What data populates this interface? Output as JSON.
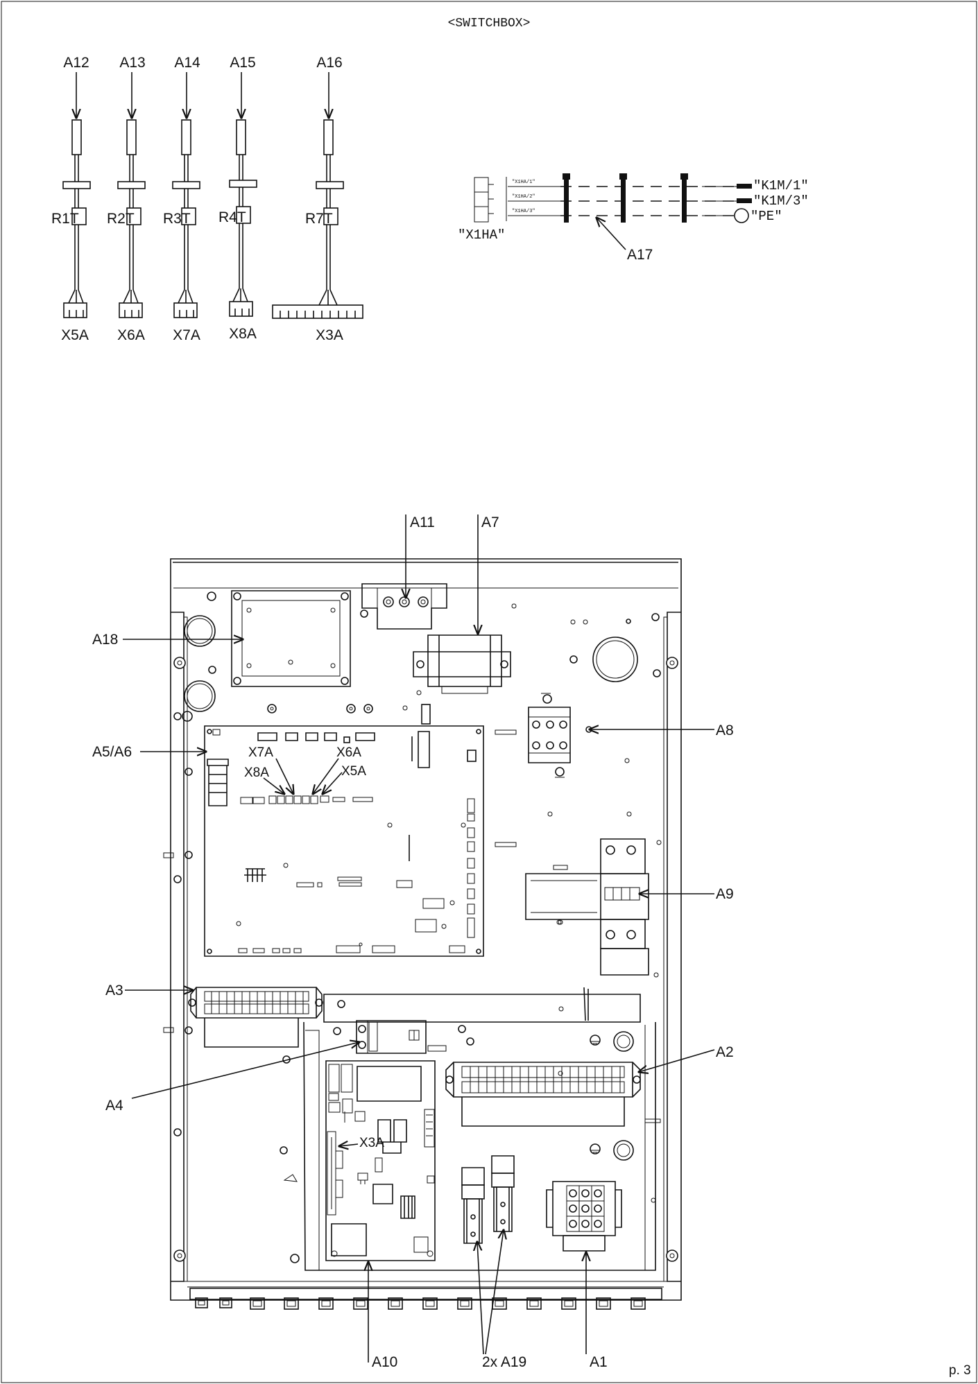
{
  "title": "<SWITCHBOX>",
  "page_number": "p. 3",
  "harness_labels": {
    "arrows": [
      "A12",
      "A13",
      "A14",
      "A15",
      "A16"
    ],
    "sensors": [
      "R1T",
      "R2T",
      "R3T",
      "R4T",
      "R7T"
    ],
    "connectors": [
      "X5A",
      "X6A",
      "X7A",
      "X8A",
      "X3A"
    ]
  },
  "cable_detail": {
    "terminal": "\"X1HA\"",
    "wires": [
      "\"X1HA/1\"",
      "\"X1HA/2\"",
      "\"X1HA/3\""
    ],
    "ends": [
      "\"K1M/1\"",
      "\"K1M/3\"",
      "\"PE\""
    ],
    "callout": "A17"
  },
  "board_connectors": [
    "X7A",
    "X6A",
    "X8A",
    "X5A",
    "X3A"
  ],
  "callouts": [
    "A11",
    "A7",
    "A18",
    "A8",
    "A5/A6",
    "A9",
    "A3",
    "A2",
    "A4",
    "A10",
    "2x A19",
    "A1"
  ]
}
